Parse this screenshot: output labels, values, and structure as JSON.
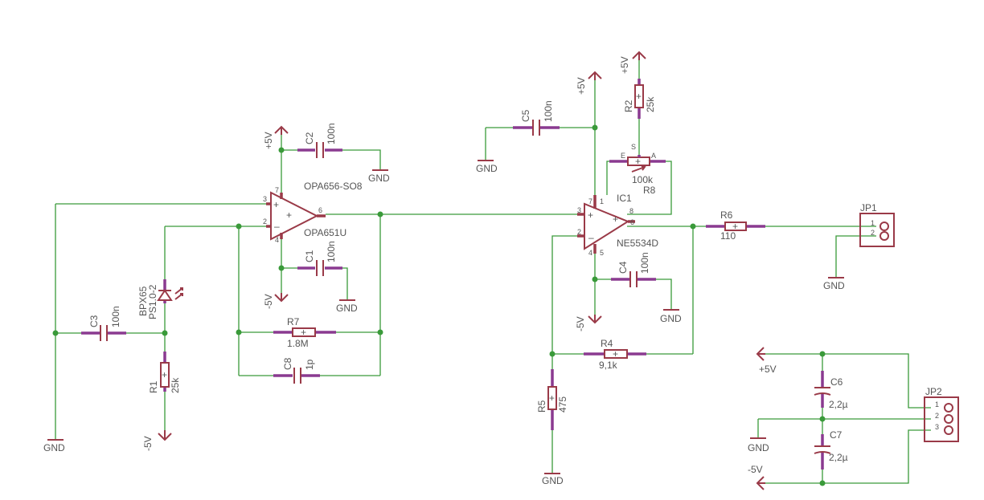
{
  "nets": {
    "pos": "+5V",
    "neg": "-5V",
    "gnd": "GND"
  },
  "u1": {
    "name": "OPA656-SO8",
    "value": "OPA651U",
    "p3": "3",
    "p2": "2",
    "p6": "6",
    "p7": "7",
    "p4": "4"
  },
  "ic1": {
    "name": "IC1",
    "value": "NE5534D",
    "p3": "3",
    "p2": "2",
    "p6": "6",
    "p7": "7",
    "p4": "4",
    "p1": "1",
    "p8": "8",
    "p5": "5"
  },
  "c1": {
    "name": "C1",
    "value": "100n"
  },
  "c2": {
    "name": "C2",
    "value": "100n"
  },
  "c3": {
    "name": "C3",
    "value": "100n"
  },
  "c4": {
    "name": "C4",
    "value": "100n"
  },
  "c5": {
    "name": "C5",
    "value": "100n"
  },
  "c6": {
    "name": "C6",
    "value": "2,2µ"
  },
  "c7": {
    "name": "C7",
    "value": "2,2µ"
  },
  "c8": {
    "name": "C8",
    "value": "1p"
  },
  "r1": {
    "name": "R1",
    "value": "25k"
  },
  "r2": {
    "name": "R2",
    "value": "25k"
  },
  "r4": {
    "name": "R4",
    "value": "9,1k"
  },
  "r5": {
    "name": "R5",
    "value": "475"
  },
  "r6": {
    "name": "R6",
    "value": "110"
  },
  "r7": {
    "name": "R7",
    "value": "1.8M"
  },
  "r8": {
    "name": "R8",
    "value": "100k",
    "e": "E",
    "s": "S",
    "a": "A"
  },
  "d1": {
    "name": "BPX65",
    "value": "PS1.0-2"
  },
  "jp1": {
    "name": "JP1",
    "p1": "1",
    "p2": "2"
  },
  "jp2": {
    "name": "JP2",
    "p1": "1",
    "p2": "2",
    "p3": "3"
  }
}
